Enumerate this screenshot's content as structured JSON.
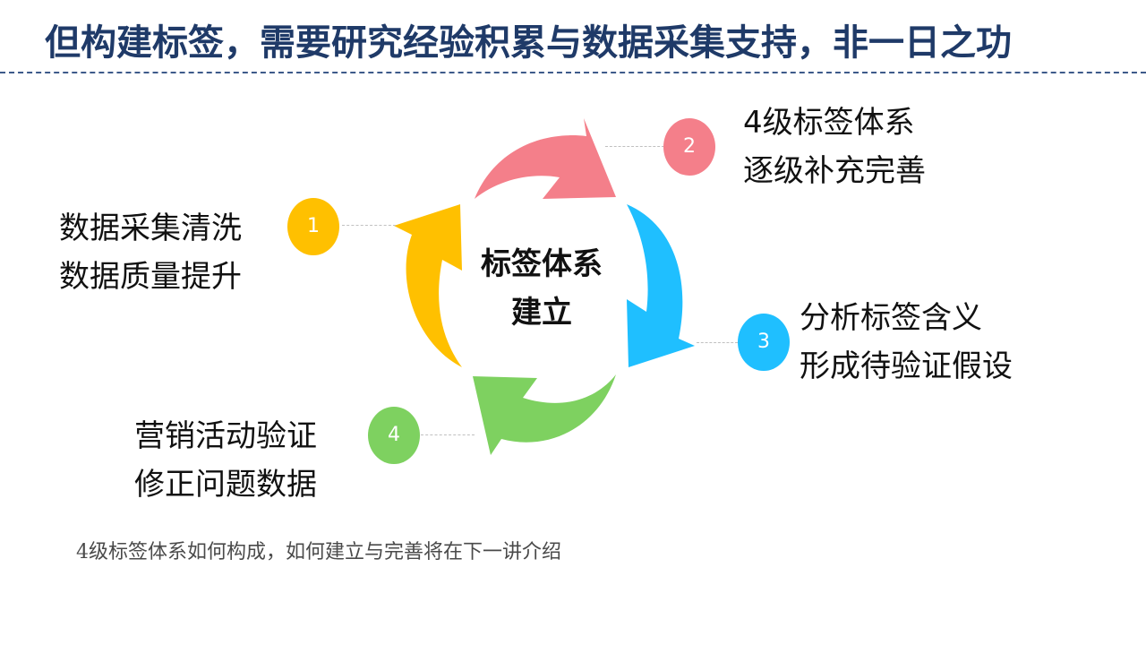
{
  "title": "但构建标签，需要研究经验积累与数据采集支持，非一日之功",
  "center": {
    "line1": "标签体系",
    "line2": "建立"
  },
  "steps": [
    {
      "number": "1",
      "line1": "数据采集清洗",
      "line2": "数据质量提升",
      "color": "#ffc000"
    },
    {
      "number": "2",
      "line1": "4级标签体系",
      "line2": "逐级补充完善",
      "color": "#f47f8a"
    },
    {
      "number": "3",
      "line1": "分析标签含义",
      "line2": "形成待验证假设",
      "color": "#1fbfff"
    },
    {
      "number": "4",
      "line1": "营销活动验证",
      "line2": "修正问题数据",
      "color": "#7ed160"
    }
  ],
  "footer": "4级标签体系如何构成，如何建立与完善将在下一讲介绍"
}
